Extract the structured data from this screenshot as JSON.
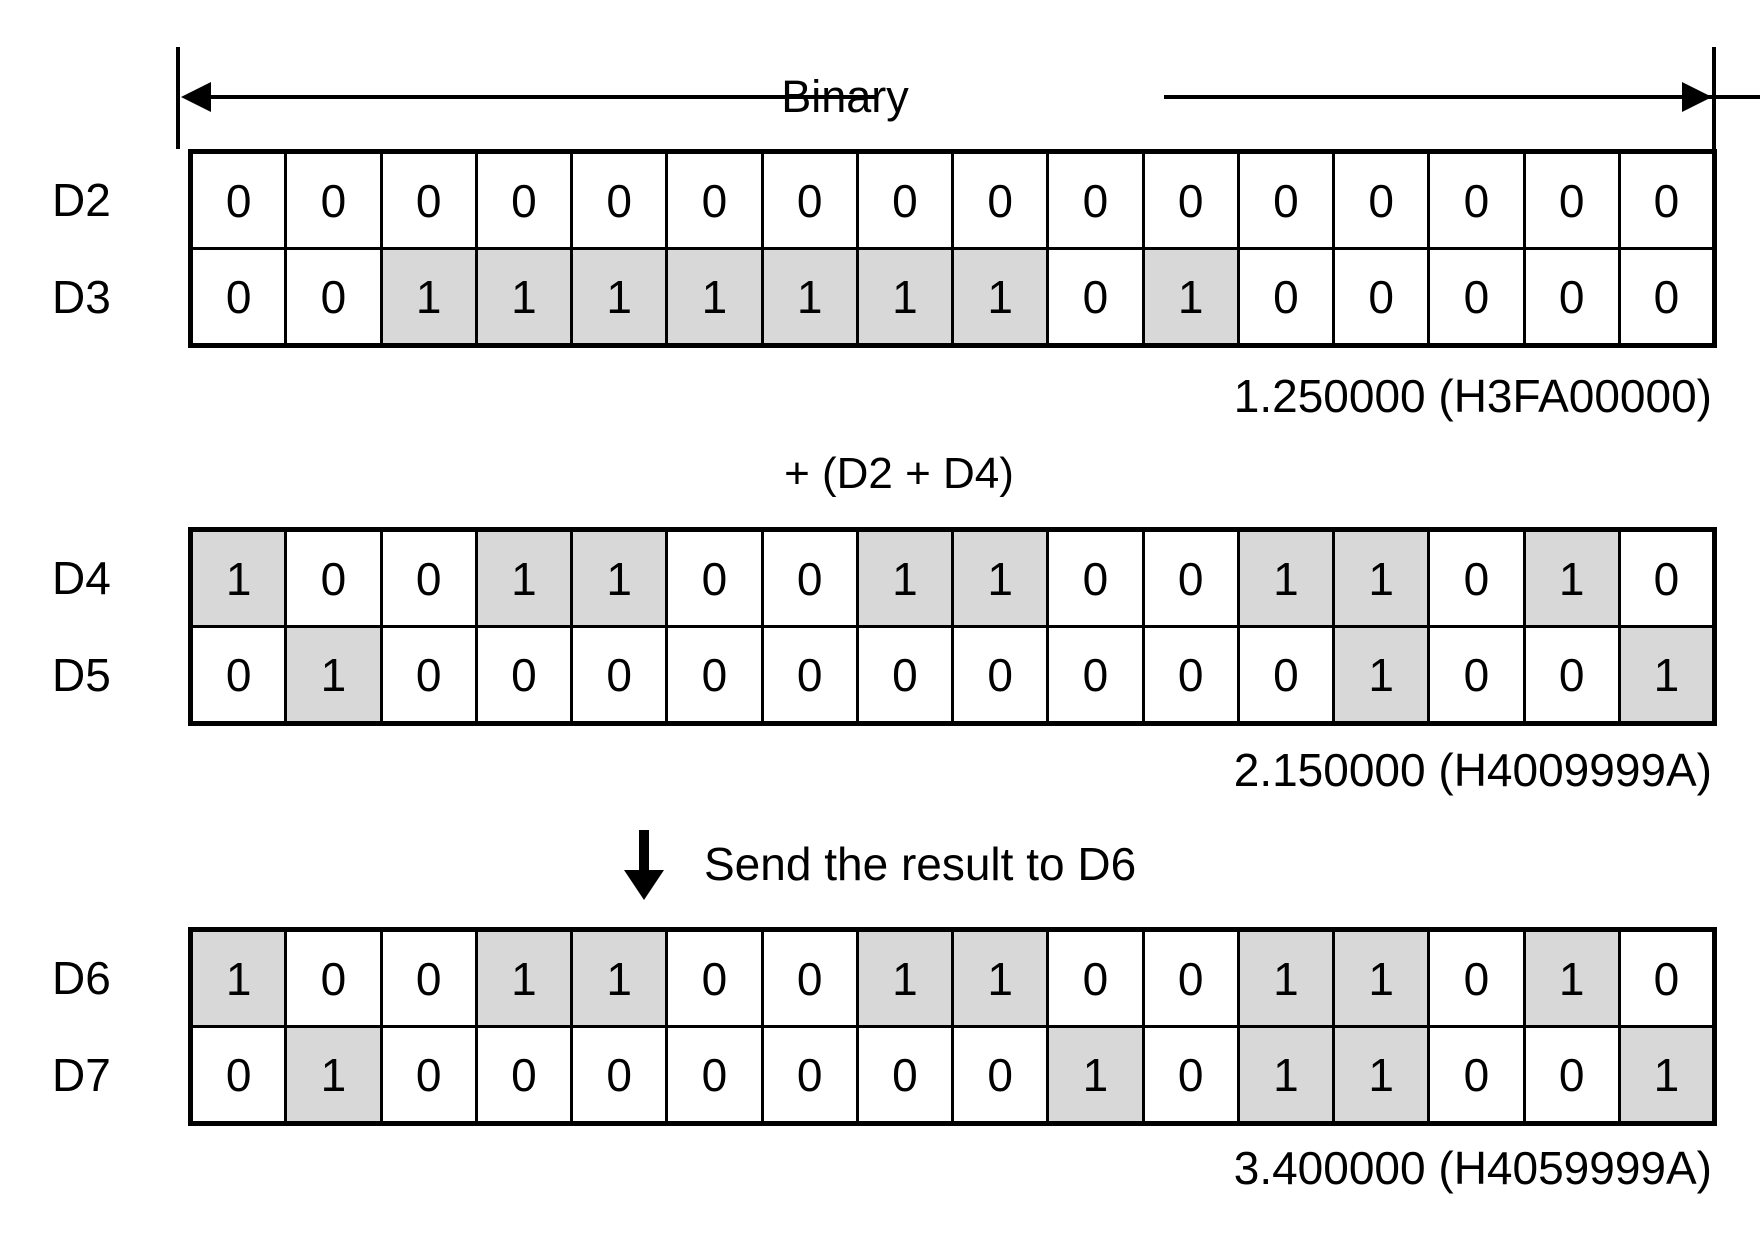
{
  "colors": {
    "highlight": "#d8d8d8",
    "line": "#000000",
    "background": "#ffffff"
  },
  "highlight_when": "1",
  "header": {
    "binary_label": "Binary"
  },
  "sections": [
    {
      "rows": [
        {
          "name": "D2",
          "bits": [
            "0",
            "0",
            "0",
            "0",
            "0",
            "0",
            "0",
            "0",
            "0",
            "0",
            "0",
            "0",
            "0",
            "0",
            "0",
            "0"
          ]
        },
        {
          "name": "D3",
          "bits": [
            "0",
            "0",
            "1",
            "1",
            "1",
            "1",
            "1",
            "1",
            "1",
            "0",
            "1",
            "0",
            "0",
            "0",
            "0",
            "0"
          ]
        }
      ],
      "caption": "1.250000 (H3FA00000)"
    },
    {
      "operation": "+ (D2 + D4)",
      "rows": [
        {
          "name": "D4",
          "bits": [
            "1",
            "0",
            "0",
            "1",
            "1",
            "0",
            "0",
            "1",
            "1",
            "0",
            "0",
            "1",
            "1",
            "0",
            "1",
            "0"
          ]
        },
        {
          "name": "D5",
          "bits": [
            "0",
            "1",
            "0",
            "0",
            "0",
            "0",
            "0",
            "0",
            "0",
            "0",
            "0",
            "0",
            "1",
            "0",
            "0",
            "1"
          ]
        }
      ],
      "caption": "2.150000 (H4009999A)"
    },
    {
      "transfer": "Send the result to D6",
      "rows": [
        {
          "name": "D6",
          "bits": [
            "1",
            "0",
            "0",
            "1",
            "1",
            "0",
            "0",
            "1",
            "1",
            "0",
            "0",
            "1",
            "1",
            "0",
            "1",
            "0"
          ]
        },
        {
          "name": "D7",
          "bits": [
            "0",
            "1",
            "0",
            "0",
            "0",
            "0",
            "0",
            "0",
            "0",
            "1",
            "0",
            "1",
            "1",
            "0",
            "0",
            "1"
          ]
        }
      ],
      "caption": "3.400000 (H4059999A)"
    }
  ]
}
